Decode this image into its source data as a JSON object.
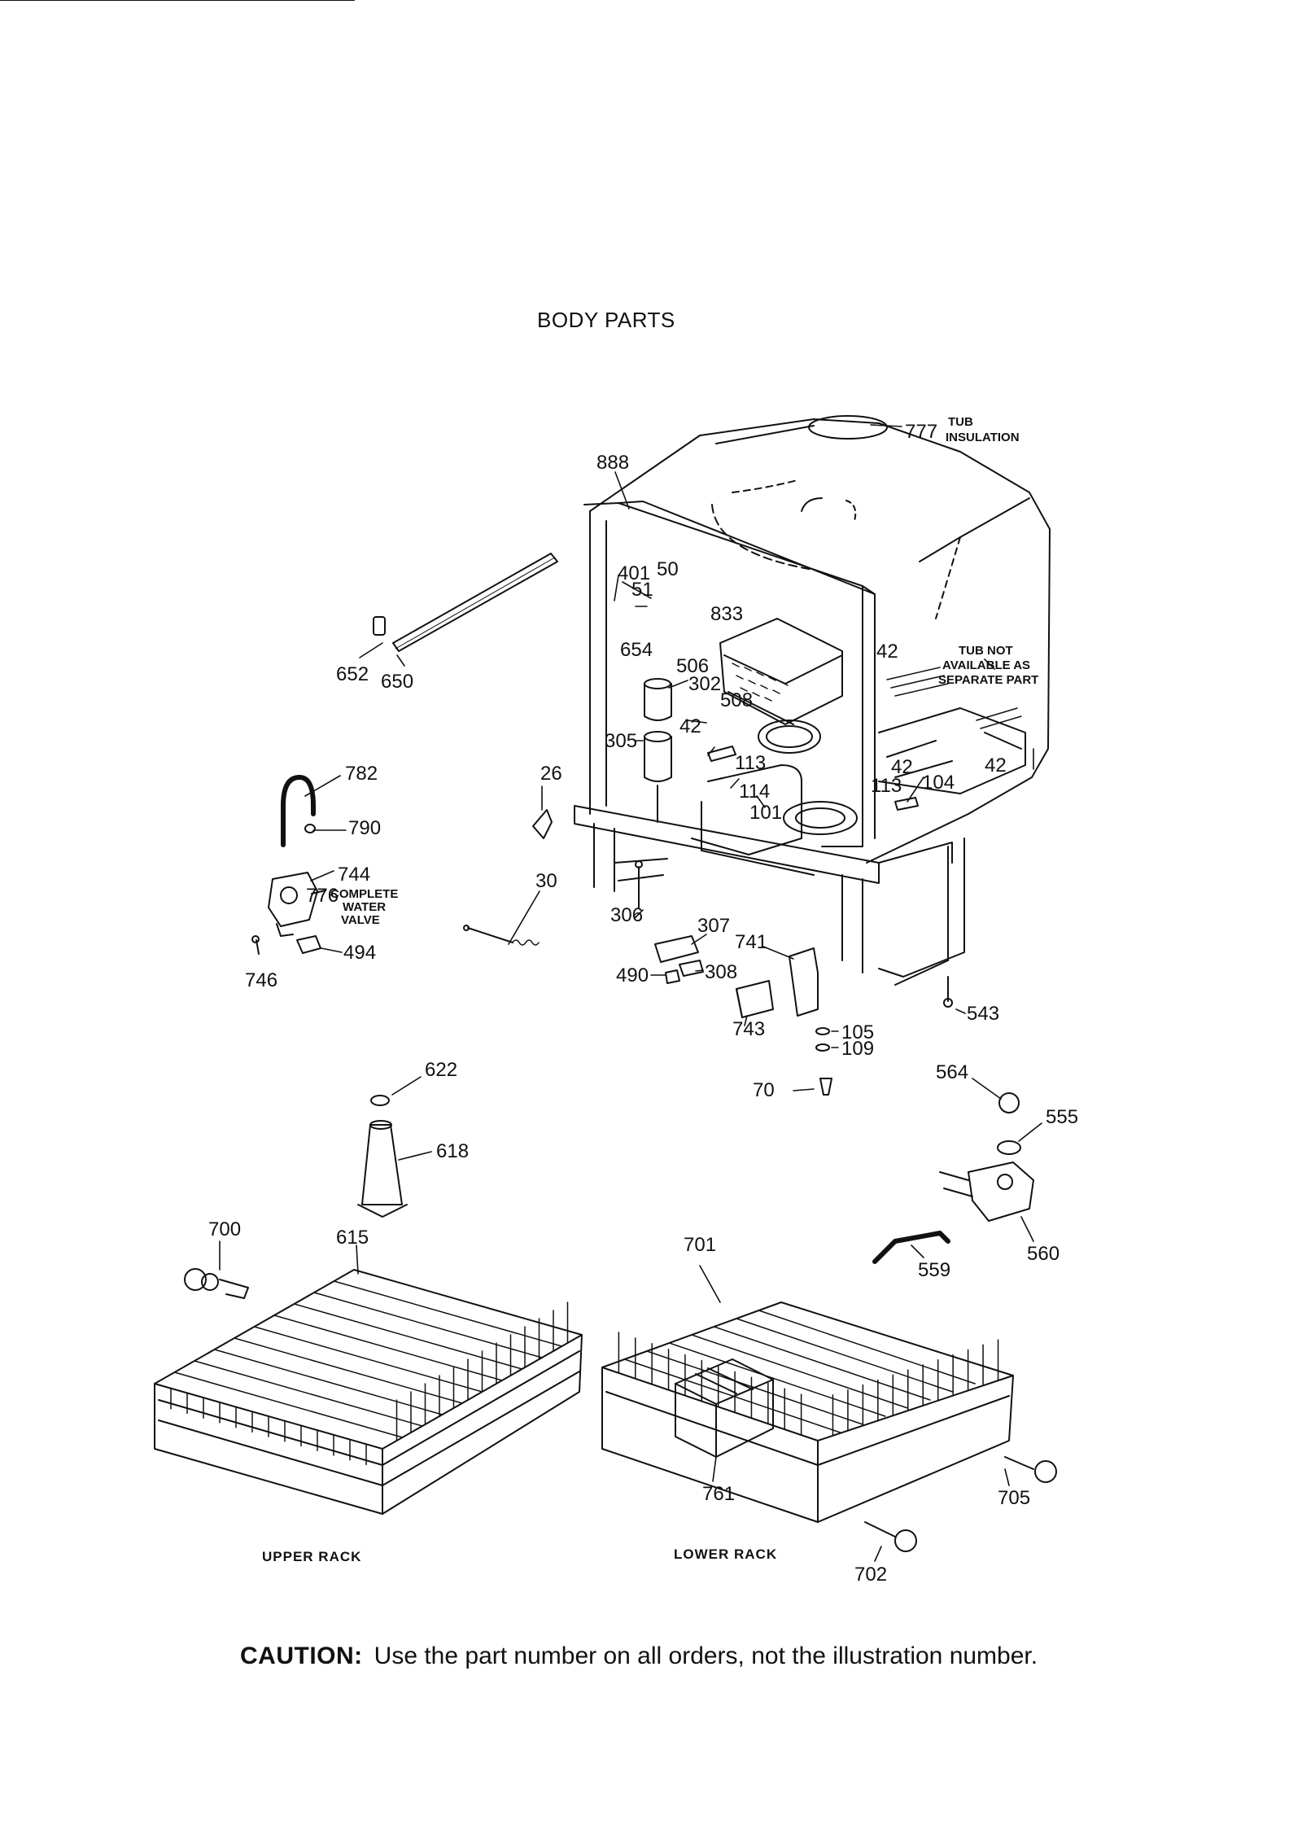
{
  "title": "BODY PARTS",
  "caution": {
    "lead": "CAUTION:",
    "text": "Use the part number on all orders, not the illustration number."
  },
  "labels": {
    "tub": "TUB",
    "insulation": "INSULATION",
    "tub_na_1": "TUB NOT",
    "tub_na_2": "AVAILABLE AS",
    "tub_na_3": "SEPARATE PART",
    "cwv_1": "COMPLETE",
    "cwv_2": "WATER",
    "cwv_3": "VALVE",
    "upper_rack": "UPPER RACK",
    "lower_rack": "LOWER RACK"
  },
  "callouts": [
    "777",
    "888",
    "401",
    "50",
    "51",
    "833",
    "654",
    "506",
    "302",
    "508",
    "305",
    "42",
    "113",
    "114",
    "101",
    "26",
    "652",
    "650",
    "782",
    "790",
    "744",
    "776",
    "494",
    "746",
    "30",
    "306",
    "307",
    "741",
    "490",
    "308",
    "743",
    "105",
    "109",
    "104",
    "70",
    "543",
    "564",
    "555",
    "560",
    "559",
    "622",
    "618",
    "615",
    "700",
    "701",
    "761",
    "705",
    "702"
  ]
}
